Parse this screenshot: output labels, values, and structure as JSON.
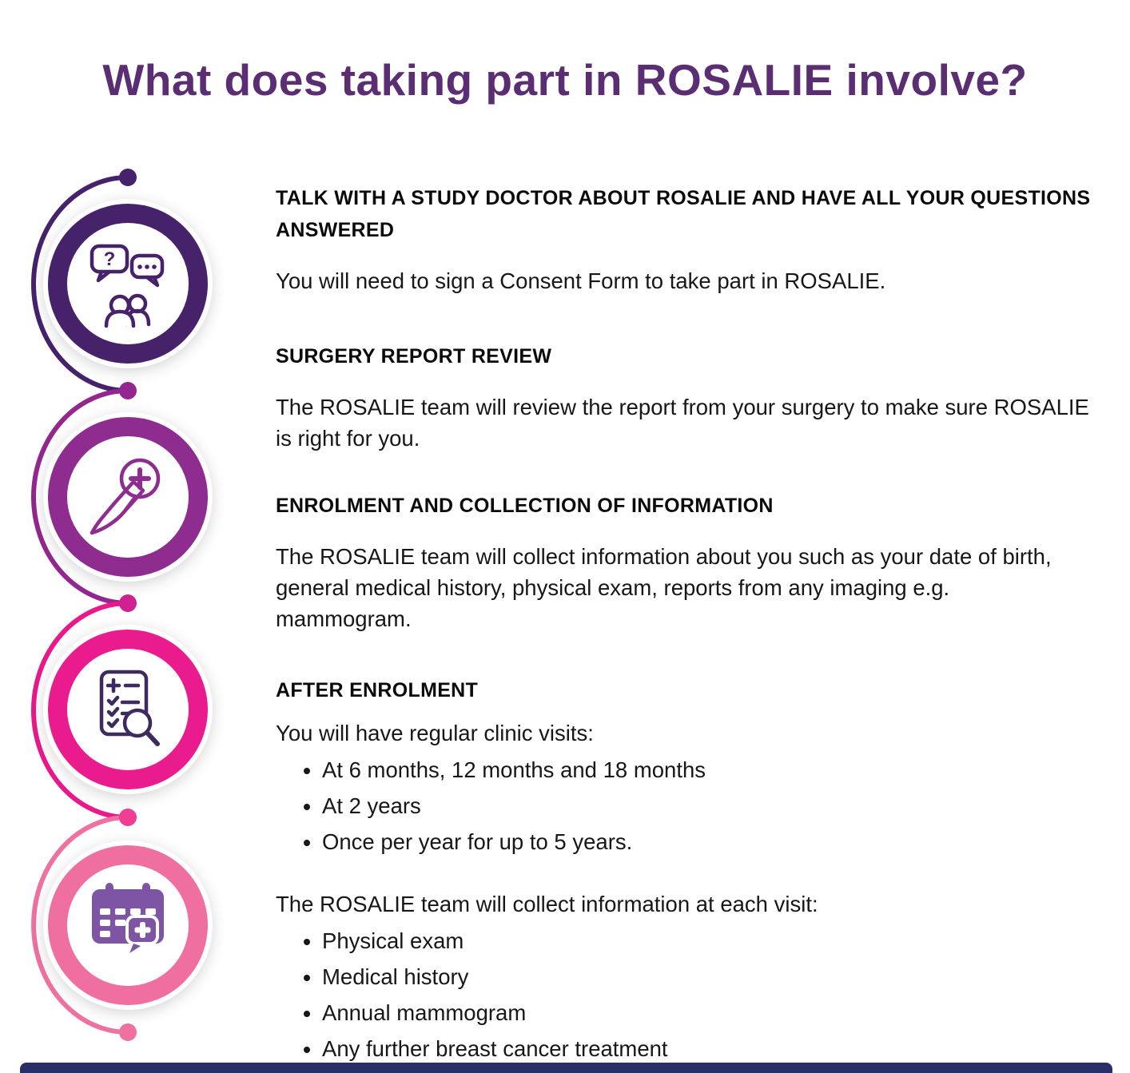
{
  "page": {
    "title": "What does taking part in ROSALIE involve?"
  },
  "palette": {
    "title_purple": "#5b2d72",
    "step_1": "#46226b",
    "step_2": "#8e2c90",
    "step_3": "#ea1b8d",
    "step_4": "#ef6fa0",
    "footer_bar": "#2a3067"
  },
  "steps": [
    {
      "icon": "chat-question-icon"
    },
    {
      "icon": "surgery-report-icon"
    },
    {
      "icon": "report-review-icon"
    },
    {
      "icon": "calendar-visit-icon"
    }
  ],
  "sections": [
    {
      "heading": "TALK WITH A STUDY DOCTOR ABOUT ROSALIE AND HAVE ALL YOUR QUESTIONS ANSWERED",
      "body": "You will need to sign a Consent Form to take part in ROSALIE."
    },
    {
      "heading": "SURGERY REPORT REVIEW",
      "body": "The ROSALIE team will review the report from your surgery to make sure ROSALIE is right for you."
    },
    {
      "heading": "ENROLMENT AND COLLECTION OF INFORMATION",
      "body": "The ROSALIE team will collect information about you such as your date of birth, general medical history, physical exam, reports from any imaging e.g. mammogram."
    },
    {
      "heading": "AFTER ENROLMENT",
      "body": "You will have regular clinic visits:",
      "bullets": [
        "At 6 months, 12 months and 18 months",
        "At 2 years",
        "Once per year for up to 5 years."
      ],
      "body2": "The ROSALIE team will collect information at each visit:",
      "bullets2": [
        "Physical exam",
        "Medical history",
        "Annual mammogram",
        "Any further breast cancer treatment"
      ]
    }
  ]
}
